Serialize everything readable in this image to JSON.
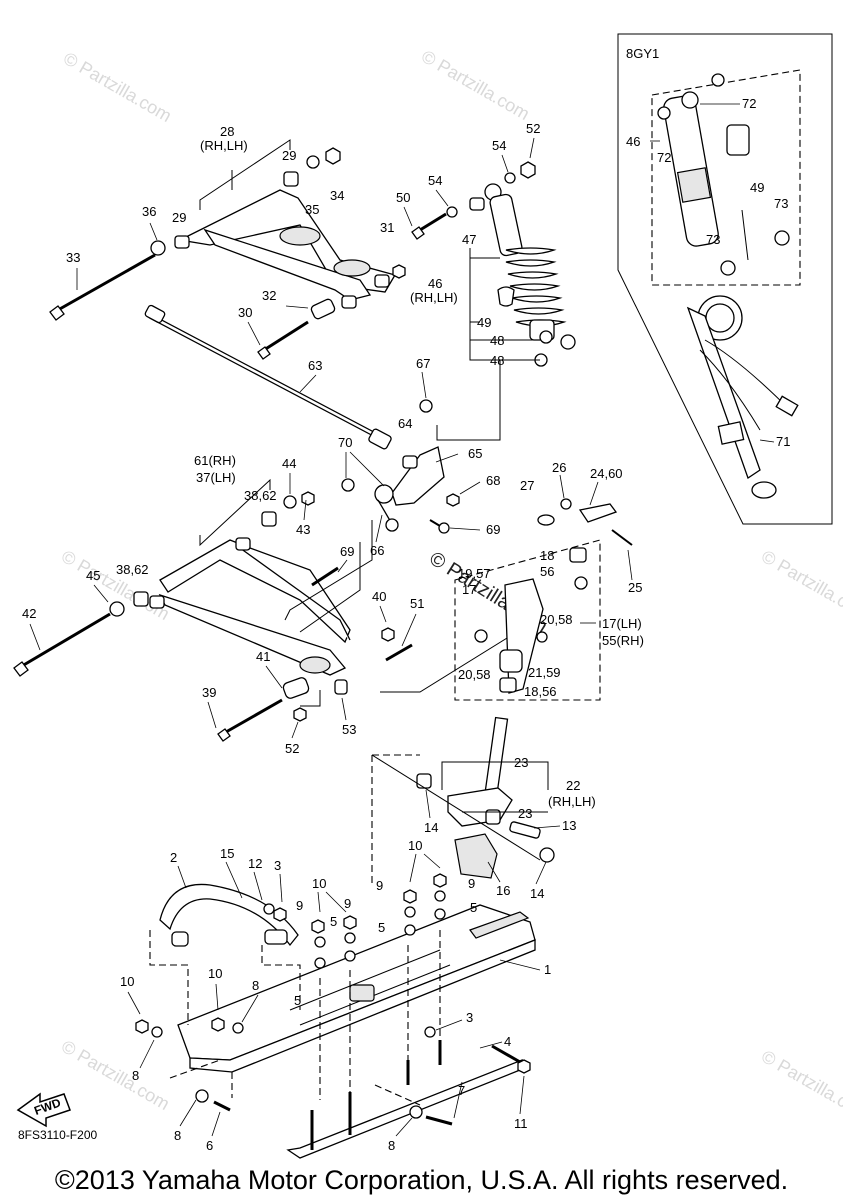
{
  "diagram_code": "8FS3110-F200",
  "copyright": "©2013 Yamaha Motor Corporation, U.S.A. All rights reserved.",
  "watermark": "© Partzilla.com",
  "inset_label": "8GY1",
  "fwd_label": "FWD",
  "callouts": {
    "c1": "1",
    "c2": "2",
    "c3a": "3",
    "c3b": "3",
    "c4": "4",
    "c5a": "5",
    "c5b": "5",
    "c5c": "5",
    "c5d": "5",
    "c6": "6",
    "c7": "7",
    "c8a": "8",
    "c8b": "8",
    "c8c": "8",
    "c8d": "8",
    "c9a": "9",
    "c9b": "9",
    "c9c": "9",
    "c9d": "9",
    "c10a": "10",
    "c10b": "10",
    "c10c": "10",
    "c10d": "10",
    "c11": "11",
    "c12": "12",
    "c13": "13",
    "c14a": "14",
    "c14b": "14",
    "c15": "15",
    "c16": "16",
    "c17": "17(LH)",
    "c55": "55(RH)",
    "c18a": "18,56",
    "c18b": "18",
    "c56": "56",
    "c17b": "17",
    "c1957": "19,57",
    "c2058a": "20,58",
    "c2058b": "20,58",
    "c2159": "21,59",
    "c22": "22",
    "c22sub": "(RH,LH)",
    "c23a": "23",
    "c23b": "23",
    "c2460": "24,60",
    "c25": "25",
    "c26": "26",
    "c27": "27",
    "c28": "28",
    "c28sub": "(RH,LH)",
    "c29a": "29",
    "c29b": "29",
    "c30": "30",
    "c31": "31",
    "c32": "32",
    "c33": "33",
    "c34": "34",
    "c35": "35",
    "c36": "36",
    "c61": "61(RH)",
    "c37": "37(LH)",
    "c3862a": "38,62",
    "c3862b": "38,62",
    "c39": "39",
    "c40": "40",
    "c41": "41",
    "c42": "42",
    "c43": "43",
    "c44": "44",
    "c45": "45",
    "c46": "46",
    "c46sub": "(RH,LH)",
    "c46b": "46",
    "c47": "47",
    "c48a": "48",
    "c48b": "48",
    "c49a": "49",
    "c49b": "49",
    "c50": "50",
    "c51": "51",
    "c52a": "52",
    "c52b": "52",
    "c53": "53",
    "c54a": "54",
    "c54b": "54",
    "c63": "63",
    "c64": "64",
    "c65": "65",
    "c66": "66",
    "c67": "67",
    "c68": "68",
    "c69a": "69",
    "c69b": "69",
    "c70": "70",
    "c71": "71",
    "c72a": "72",
    "c72b": "72",
    "c73a": "73",
    "c73b": "73"
  }
}
